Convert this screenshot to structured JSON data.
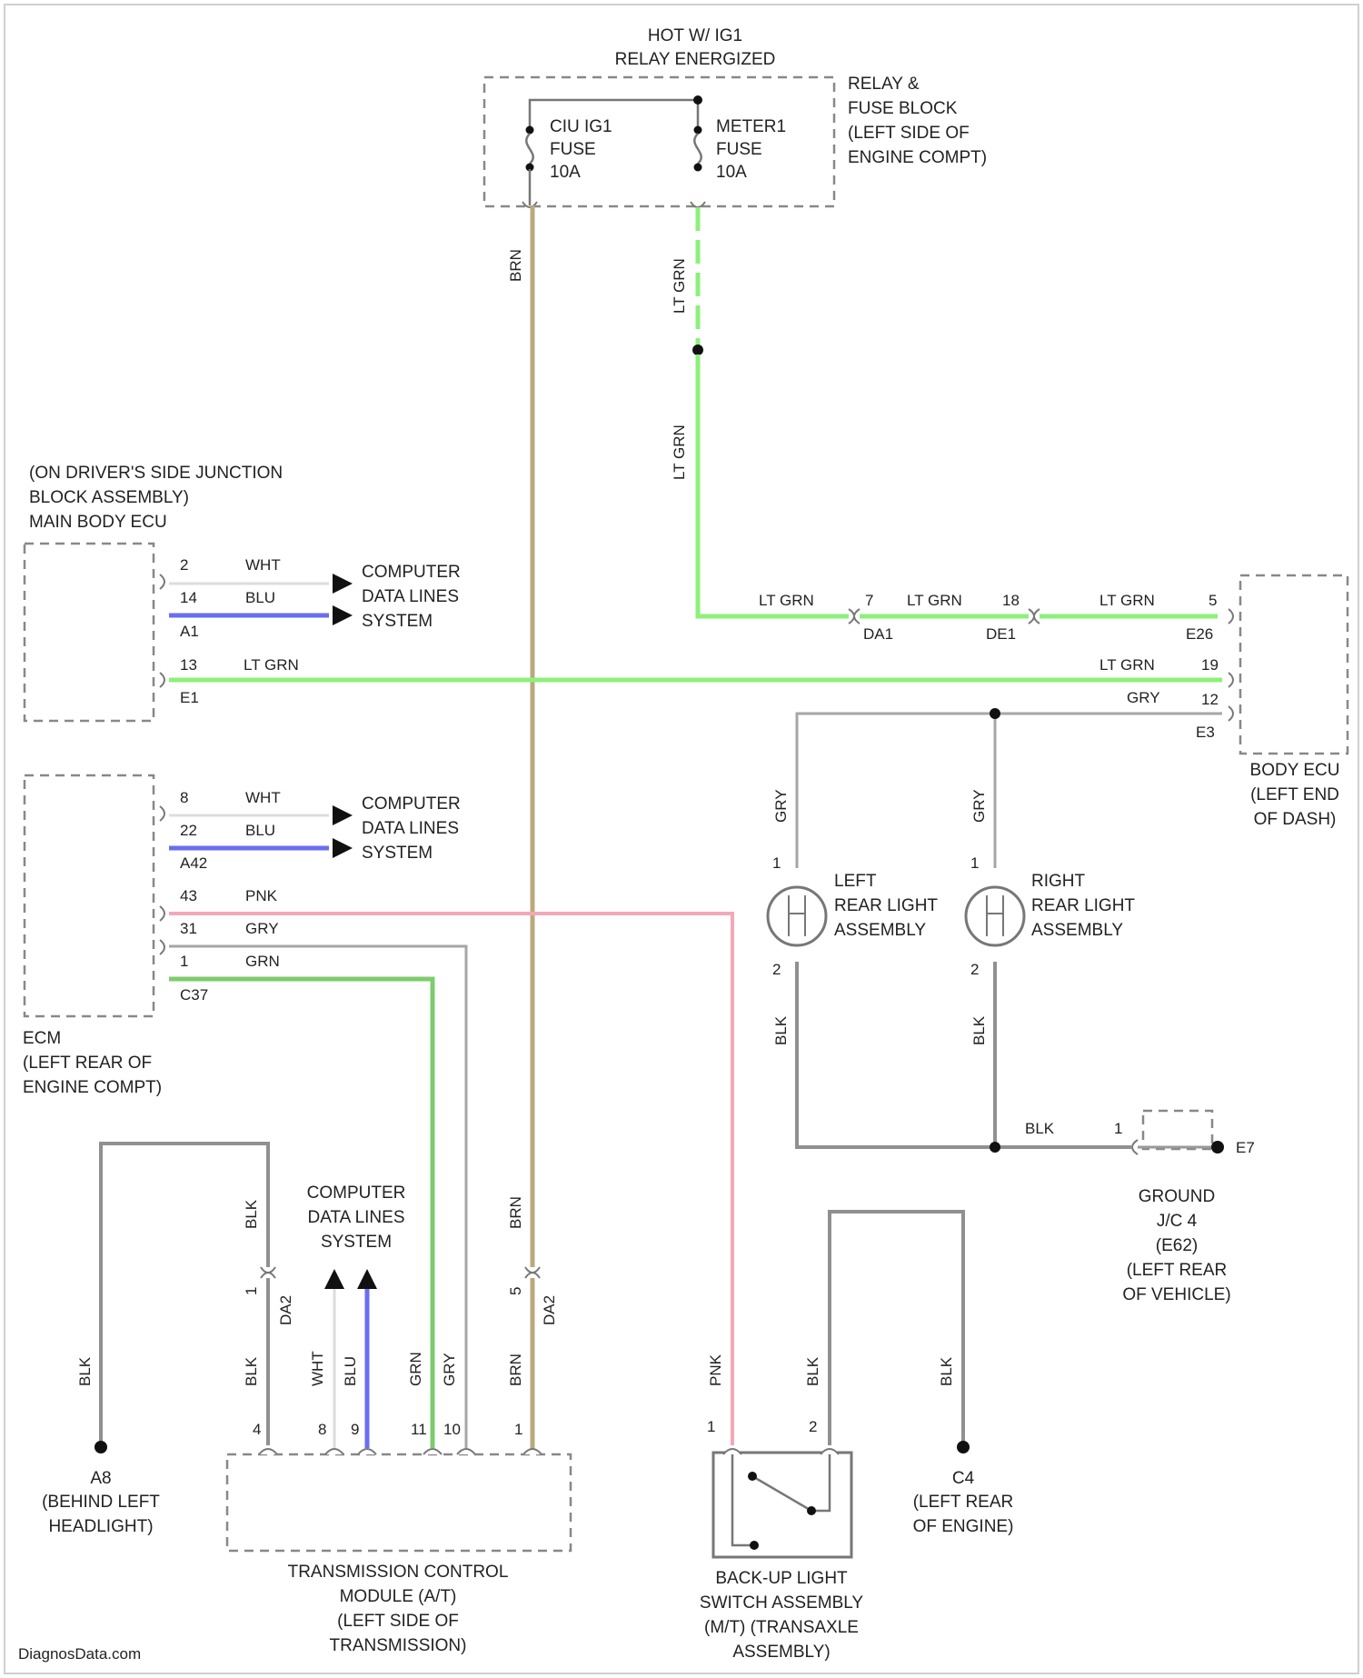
{
  "colors": {
    "lt_grn": "#8df07a",
    "blu": "#6b6ef0",
    "pnk": "#f3a8b8",
    "grn": "#7fcc6e",
    "brn": "#b8aa7c",
    "gry": "#a6a6a6",
    "wht": "#dcdcdc",
    "blk": "#909090",
    "frame": "#cfcfcf"
  },
  "header": {
    "line1": "HOT W/ IG1",
    "line2": "RELAY ENERGIZED"
  },
  "relay_block": {
    "label": [
      "RELAY &",
      "FUSE BLOCK",
      "(LEFT SIDE OF",
      "ENGINE COMPT)"
    ]
  },
  "fuses": [
    {
      "label": [
        "CIU IG1",
        "FUSE",
        "10A"
      ]
    },
    {
      "label": [
        "METER1",
        "FUSE",
        "10A"
      ]
    }
  ],
  "main_body_ecu": {
    "label": [
      "(ON DRIVER'S SIDE JUNCTION",
      "BLOCK ASSEMBLY)",
      "MAIN BODY ECU"
    ]
  },
  "ecm": {
    "label": [
      "ECM",
      "(LEFT REAR OF",
      "ENGINE COMPT)"
    ]
  },
  "body_ecu": {
    "label": [
      "BODY ECU",
      "(LEFT END",
      "OF DASH)"
    ]
  },
  "computer_data": [
    "COMPUTER",
    "DATA LINES",
    "SYSTEM"
  ],
  "main_body_pins": {
    "p2": "2",
    "w2": "WHT",
    "p14": "14",
    "w14": "BLU",
    "c1": "A1",
    "p13": "13",
    "w13": "LT GRN",
    "c2": "E1"
  },
  "ecm_pins": {
    "p8": "8",
    "w8": "WHT",
    "p22": "22",
    "w22": "BLU",
    "c1": "A42",
    "p43": "43",
    "w43": "PNK",
    "p31": "31",
    "w31": "GRY",
    "p1": "1",
    "w1": "GRN",
    "c2": "C37"
  },
  "body_pins": {
    "p5": "5",
    "c1": "E26",
    "p19": "19",
    "p12": "12",
    "c2": "E3"
  },
  "wire_labels": {
    "brn_top": "BRN",
    "ltgrn_v1": "LT GRN",
    "ltgrn_v2": "LT GRN",
    "ltgrn_h1": "LT GRN",
    "ltgrn_h2": "LT GRN",
    "ltgrn_h3": "LT GRN",
    "ltgrn_main_right": "LT GRN",
    "gry_body": "GRY",
    "gry_left": "GRY",
    "gry_right": "GRY",
    "blk_left": "BLK",
    "blk_right": "BLK",
    "blk_ground": "BLK",
    "blk_a8": "BLK",
    "blk_tcm_top": "BLK",
    "blk_tcm": "BLK",
    "wht_tcm": "WHT",
    "blu_tcm": "BLU",
    "grn_tcm": "GRN",
    "gry_tcm": "GRY",
    "brn_tcm_top": "BRN",
    "brn_tcm": "BRN",
    "pnk_sw": "PNK",
    "blk_sw": "BLK",
    "blk_c4": "BLK"
  },
  "inline_connectors": {
    "da1_pin": "7",
    "da1": "DA1",
    "de1_pin": "18",
    "de1": "DE1",
    "da2_pin": "1",
    "da2": "DA2",
    "da2b_pin": "5",
    "da2b": "DA2"
  },
  "left_lamp": {
    "label": [
      "LEFT",
      "REAR LIGHT",
      "ASSEMBLY"
    ],
    "pin_top": "1",
    "pin_bot": "2"
  },
  "right_lamp": {
    "label": [
      "RIGHT",
      "REAR LIGHT",
      "ASSEMBLY"
    ],
    "pin_top": "1",
    "pin_bot": "2"
  },
  "ground_e7": {
    "pin": "1",
    "ref": "E7",
    "label": [
      "GROUND",
      "J/C 4",
      "(E62)",
      "(LEFT REAR",
      "OF VEHICLE)"
    ]
  },
  "ground_a8": {
    "ref": "A8",
    "label": [
      "(BEHIND LEFT",
      "HEADLIGHT)"
    ]
  },
  "ground_c4": {
    "ref": "C4",
    "label": [
      "(LEFT REAR",
      "OF ENGINE)"
    ]
  },
  "tcm": {
    "label": [
      "TRANSMISSION CONTROL",
      "MODULE (A/T)",
      "(LEFT SIDE OF",
      "TRANSMISSION)"
    ],
    "pins": [
      "4",
      "8",
      "9",
      "11",
      "10",
      "1"
    ]
  },
  "backup_switch": {
    "label": [
      "BACK-UP LIGHT",
      "SWITCH ASSEMBLY",
      "(M/T) (TRANSAXLE",
      "ASSEMBLY)"
    ],
    "pins": [
      "1",
      "2"
    ]
  },
  "footer": {
    "brand": "DiagnosData.com"
  }
}
